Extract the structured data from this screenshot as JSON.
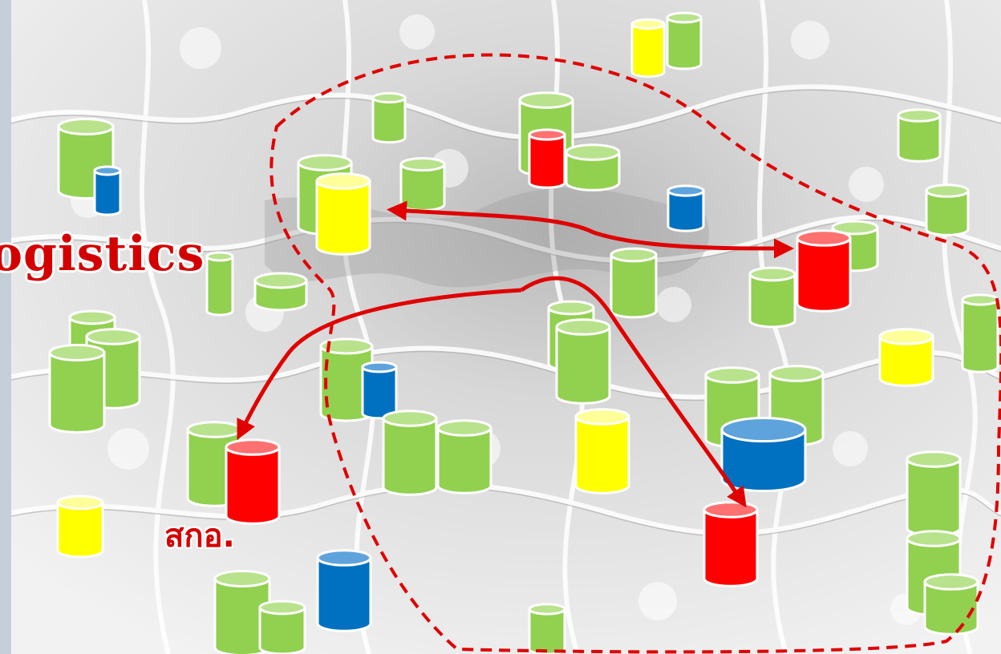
{
  "labels": {
    "logistics": "ogistics",
    "thai_org": "สกอ."
  },
  "colors": {
    "green": "#92d050",
    "green_top": "#b8e28c",
    "yellow": "#ffff00",
    "yellow_top": "#ffff99",
    "blue": "#0070c0",
    "blue_top": "#5ea3dc",
    "red": "#ff0000",
    "red_top": "#ff7070",
    "accent_red": "#e00000",
    "background": "#e6e6e6"
  },
  "icons": {
    "cylinder": "database-cylinder-icon",
    "boundary": "dashed-boundary",
    "link": "bidirectional-arrow"
  }
}
